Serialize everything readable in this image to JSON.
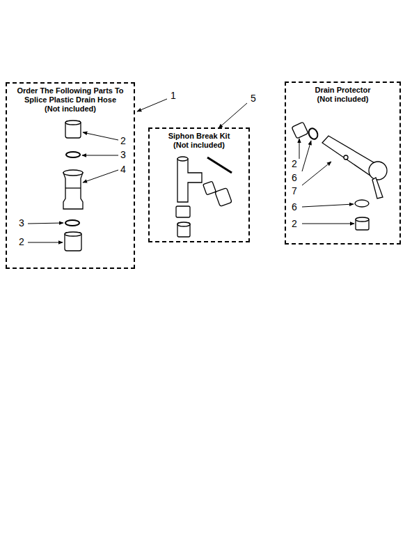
{
  "diagram": {
    "nodes": [
      {
        "text": [
          "Order The Following Parts To Splice Plastic Drain Hose",
          "(Not included)"
        ]
      },
      {
        "text": [
          "Siphon Break Kit",
          "(Not included)"
        ]
      },
      {
        "text": [
          "Drain Protector",
          "(Not included)"
        ]
      }
    ],
    "edges": [],
    "labels": [
      "1",
      "2",
      "3",
      "4",
      "3",
      "2",
      "5",
      "2",
      "6",
      "7",
      "6",
      "2"
    ]
  }
}
